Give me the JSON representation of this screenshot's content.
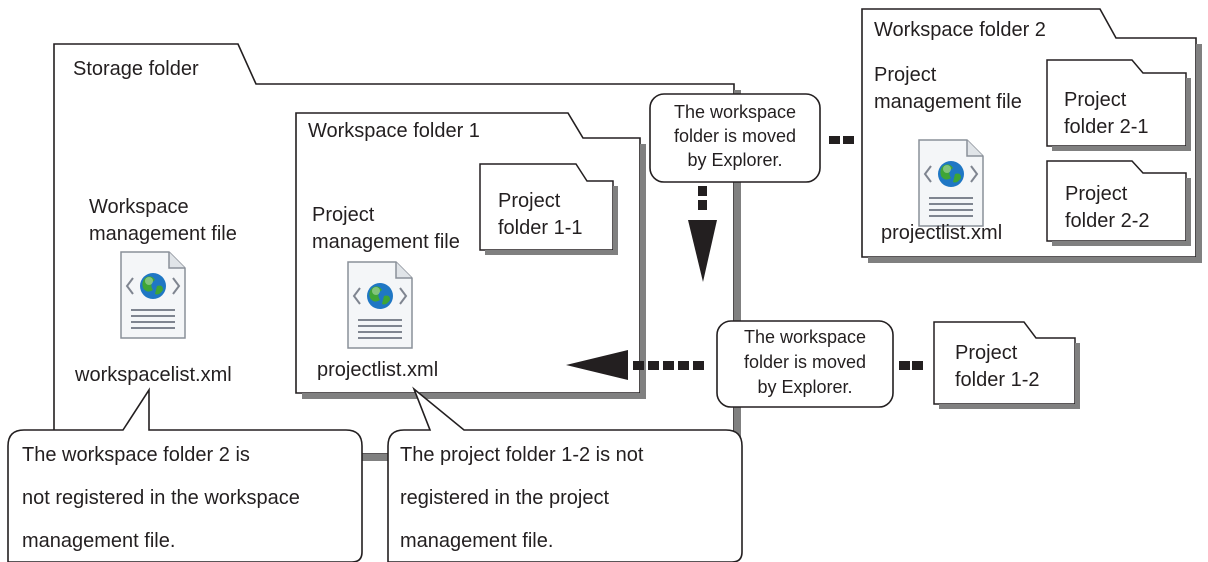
{
  "storage_folder": {
    "label": "Storage folder",
    "file_caption_line1": "Workspace",
    "file_caption_line2": "management file",
    "file_name": "workspacelist.xml"
  },
  "workspace_folder_1": {
    "label": "Workspace folder 1",
    "file_caption_line1": "Project",
    "file_caption_line2": "management file",
    "file_name": "projectlist.xml",
    "project_folder_1_1": {
      "line1": "Project",
      "line2": "folder 1-1"
    }
  },
  "workspace_folder_2": {
    "label": "Workspace folder 2",
    "file_caption_line1": "Project",
    "file_caption_line2": "management file",
    "file_name": "projectlist.xml",
    "project_folder_2_1": {
      "line1": "Project",
      "line2": "folder 2-1"
    },
    "project_folder_2_2": {
      "line1": "Project",
      "line2": "folder 2-2"
    }
  },
  "project_folder_1_2": {
    "line1": "Project",
    "line2": "folder 1-2"
  },
  "move_note_top": {
    "line1": "The workspace",
    "line2": "folder is moved",
    "line3": "by Explorer."
  },
  "move_note_bottom": {
    "line1": "The workspace",
    "line2": "folder is moved",
    "line3": "by Explorer."
  },
  "callout_left": {
    "line1": "The workspace folder 2 is",
    "line2": "not registered in the workspace",
    "line3": "management file."
  },
  "callout_right": {
    "line1": "The project folder 1-2 is not",
    "line2": "registered in the project",
    "line3": "management file."
  },
  "colors": {
    "line": "#231f20",
    "shadow": "#808080",
    "fill": "#ffffff",
    "globe_blue": "#1f77c4",
    "globe_green": "#3fa535"
  },
  "icons": [
    "xml-file-icon",
    "folder-icon",
    "arrow-icon"
  ]
}
